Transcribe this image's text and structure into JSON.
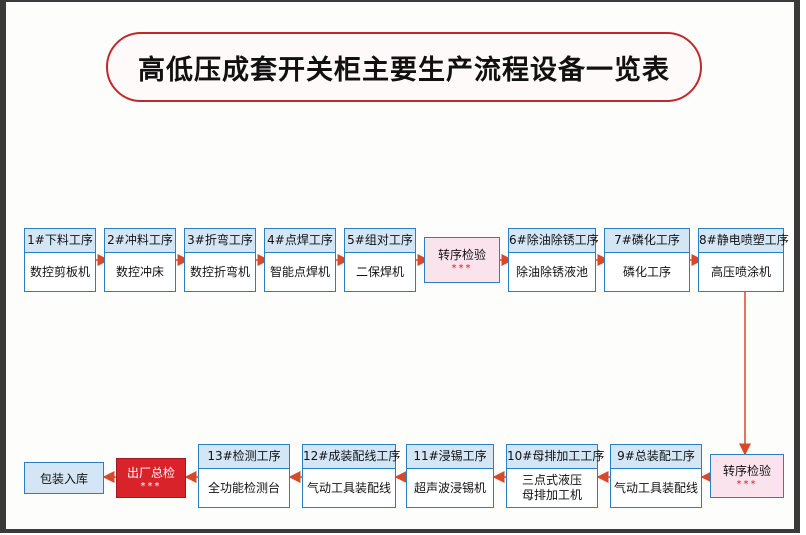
{
  "title": "高低压成套开关柜主要生产流程设备一览表",
  "accent_color": "#c0282d",
  "box_color": "#2a7fc0",
  "row1": [
    {
      "header": "1#下料工序",
      "body": "数控剪板机"
    },
    {
      "header": "2#冲料工序",
      "body": "数控冲床"
    },
    {
      "header": "3#折弯工序",
      "body": "数控折弯机"
    },
    {
      "header": "4#点焊工序",
      "body": "智能点焊机"
    },
    {
      "header": "5#组对工序",
      "body": "二保焊机"
    },
    {
      "header": "6#除油除锈工序",
      "body": "除油除锈液池"
    },
    {
      "header": "7#磷化工序",
      "body": "磷化工序"
    },
    {
      "header": "8#静电喷塑工序",
      "body": "高压喷涂机"
    }
  ],
  "check1": {
    "label": "转序检验",
    "stars": "***"
  },
  "check2": {
    "label": "转序检验",
    "stars": "***"
  },
  "row2": [
    {
      "header": "9#总装配工序",
      "body": "气动工具装配线"
    },
    {
      "header": "10#母排加工工序",
      "body": "三点式液压\n母排加工机"
    },
    {
      "header": "11#浸锡工序",
      "body": "超声波浸锡机"
    },
    {
      "header": "12#成装配线工序",
      "body": "气动工具装配线"
    },
    {
      "header": "13#检测工序",
      "body": "全功能检测台"
    }
  ],
  "factory_check": {
    "label": "出厂总检",
    "stars": "***"
  },
  "final": {
    "label": "包装入库"
  }
}
